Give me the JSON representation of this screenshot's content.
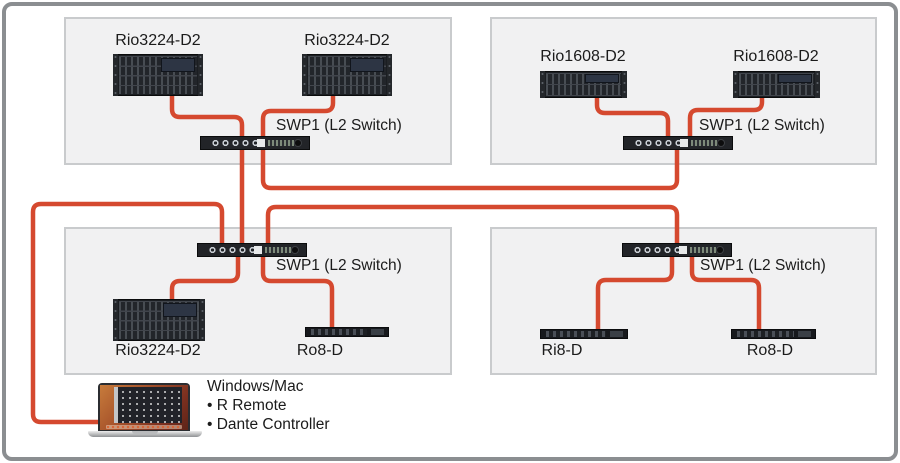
{
  "colors": {
    "cable": "#d5492f",
    "group_box_fill": "#f1f1f2",
    "group_box_border": "#c9cbcd",
    "frame_border": "#8b8e91",
    "text": "#1b1b1b"
  },
  "groups": [
    {
      "name": "top-left",
      "switch": {
        "label": "SWP1 (L2 Switch)"
      },
      "devices": [
        {
          "label": "Rio3224-D2",
          "kind": "rio3224"
        },
        {
          "label": "Rio3224-D2",
          "kind": "rio3224"
        }
      ]
    },
    {
      "name": "top-right",
      "switch": {
        "label": "SWP1 (L2 Switch)"
      },
      "devices": [
        {
          "label": "Rio1608-D2",
          "kind": "rio1608"
        },
        {
          "label": "Rio1608-D2",
          "kind": "rio1608"
        }
      ]
    },
    {
      "name": "bottom-left",
      "switch": {
        "label": "SWP1 (L2 Switch)"
      },
      "devices": [
        {
          "label": "Rio3224-D2",
          "kind": "rio3224"
        },
        {
          "label": "Ro8-D",
          "kind": "r8"
        }
      ]
    },
    {
      "name": "bottom-right",
      "switch": {
        "label": "SWP1 (L2 Switch)"
      },
      "devices": [
        {
          "label": "Ri8-D",
          "kind": "r8"
        },
        {
          "label": "Ro8-D",
          "kind": "r8"
        }
      ]
    }
  ],
  "computer": {
    "platform_label": "Windows/Mac",
    "bullet_items": [
      "• R Remote",
      "• Dante Controller"
    ]
  }
}
